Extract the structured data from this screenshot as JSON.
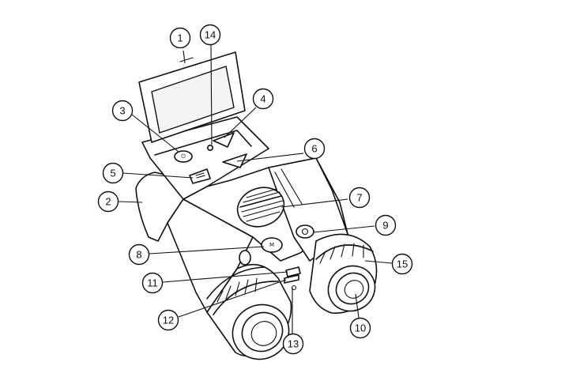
{
  "diagram": {
    "callouts": [
      {
        "id": "c1",
        "label": "1"
      },
      {
        "id": "c2",
        "label": "2"
      },
      {
        "id": "c3",
        "label": "3"
      },
      {
        "id": "c4",
        "label": "4"
      },
      {
        "id": "c5",
        "label": "5"
      },
      {
        "id": "c6",
        "label": "6"
      },
      {
        "id": "c7",
        "label": "7"
      },
      {
        "id": "c8",
        "label": "8"
      },
      {
        "id": "c9",
        "label": "9"
      },
      {
        "id": "c10",
        "label": "10"
      },
      {
        "id": "c11",
        "label": "11"
      },
      {
        "id": "c12",
        "label": "12"
      },
      {
        "id": "c13",
        "label": "13"
      },
      {
        "id": "c14",
        "label": "14"
      },
      {
        "id": "c15",
        "label": "15"
      }
    ],
    "button_glyphs": {
      "mode": "M"
    },
    "colors": {
      "line": "#111111",
      "background": "#ffffff"
    }
  }
}
